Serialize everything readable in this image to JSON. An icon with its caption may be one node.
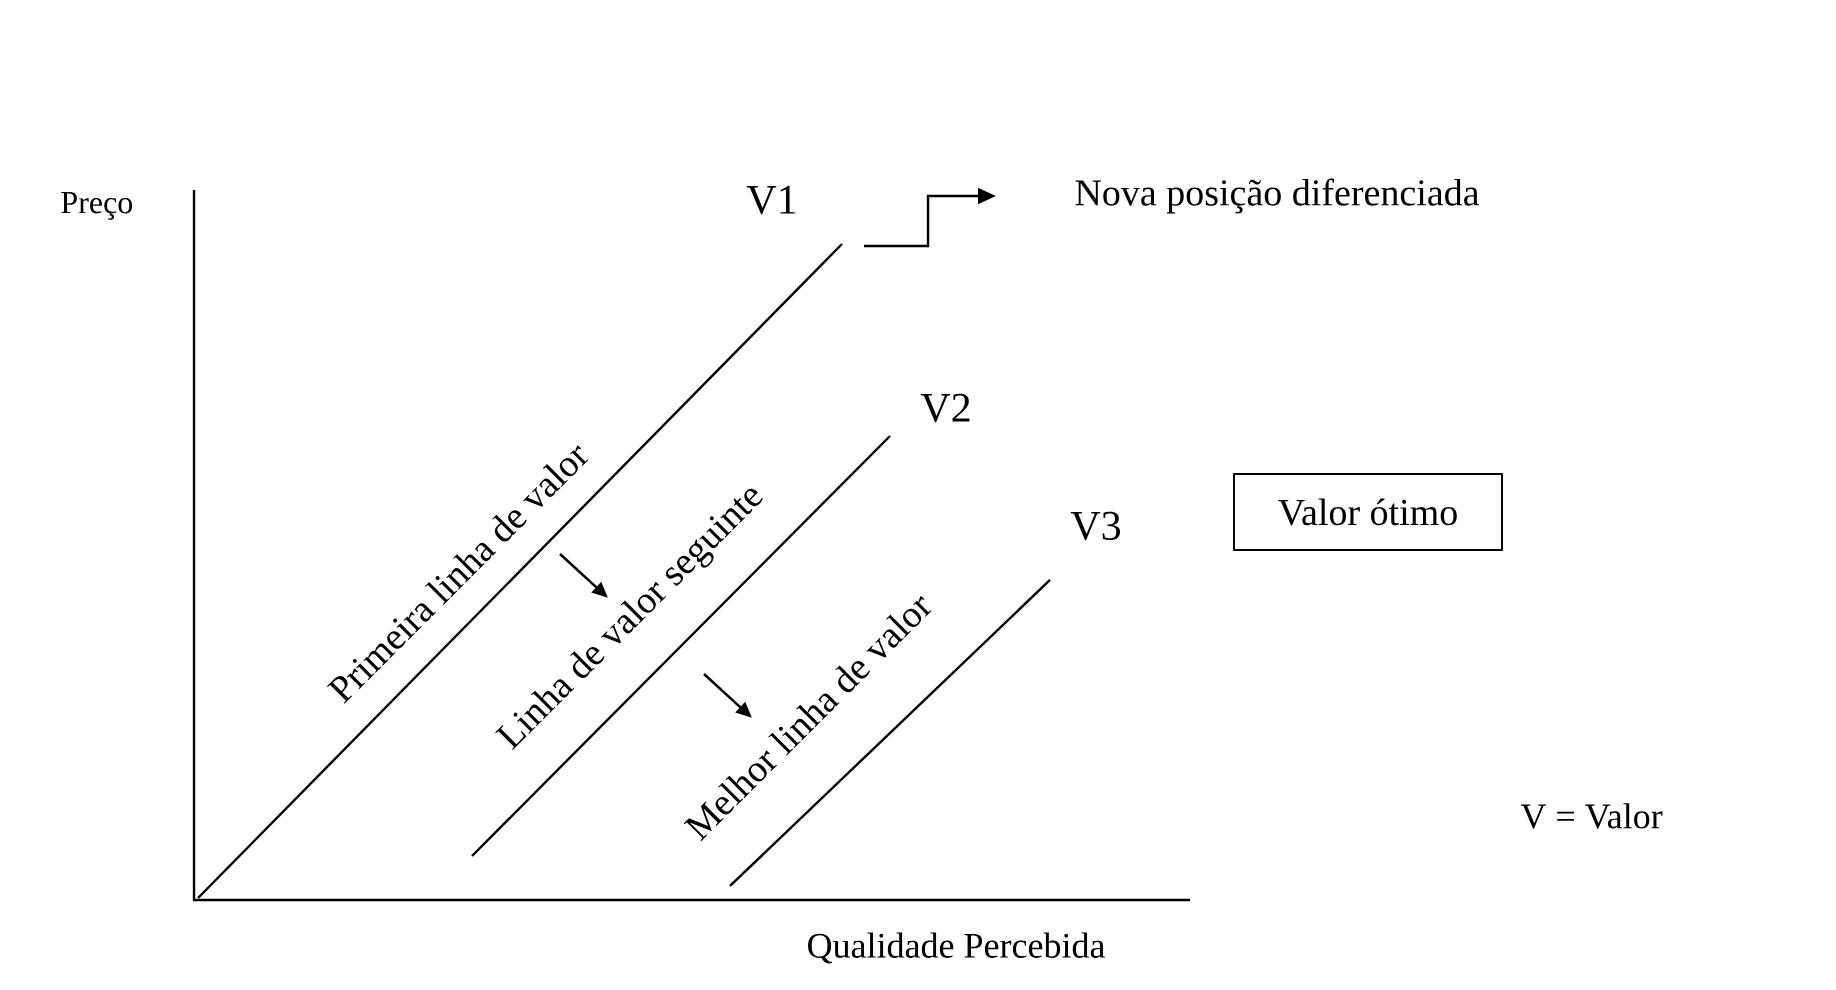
{
  "diagram": {
    "nodes": [
      {
        "text": [
          "Valor ótimo"
        ]
      }
    ],
    "labels": [
      "Preço",
      "V1",
      "Nova posição diferenciada",
      "V2",
      "V3",
      "Primeira linha de valor",
      "Linha de valor seguinte",
      "Melhor linha de valor",
      "V = Valor",
      "Qualidade Percebida"
    ]
  }
}
